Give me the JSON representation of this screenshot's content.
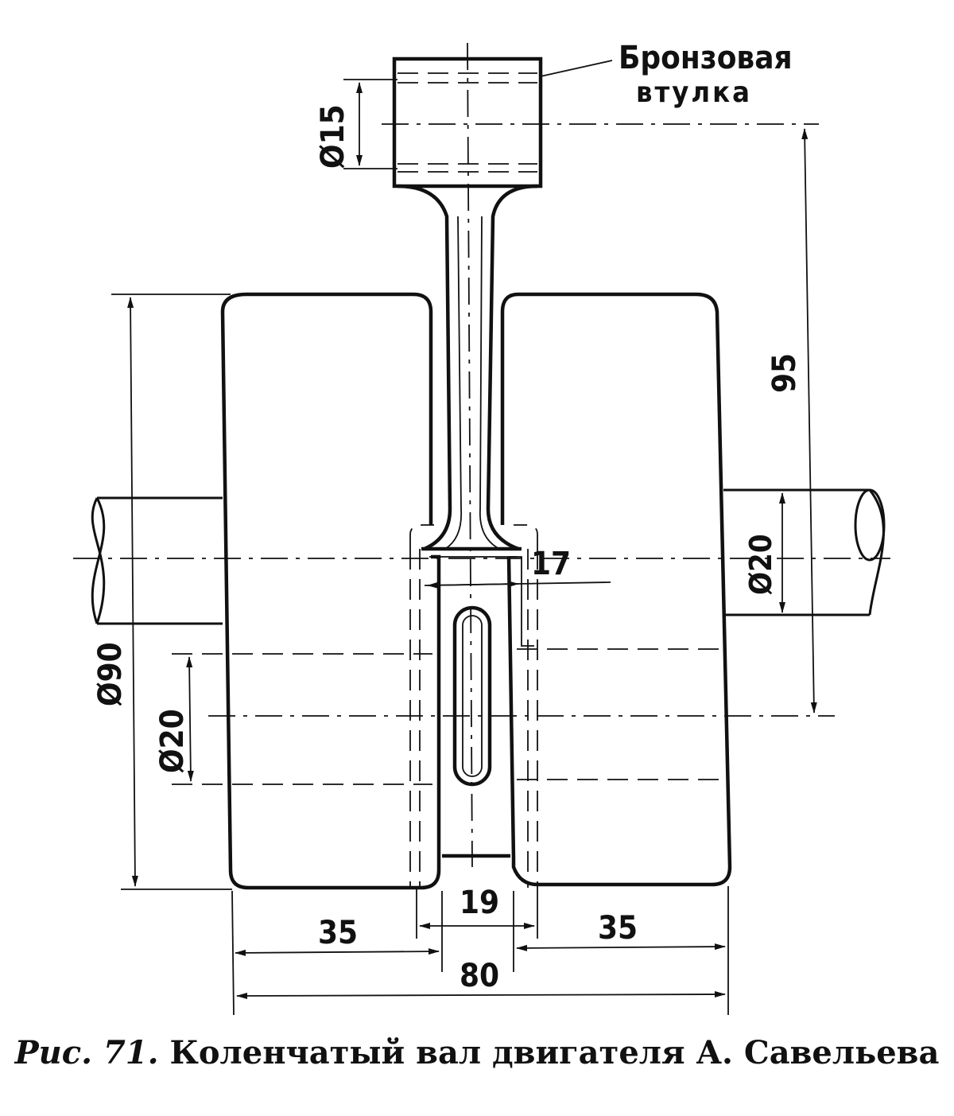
{
  "labels": {
    "bushing_line1": "Бронзовая",
    "bushing_line2": "втулка",
    "pin_diameter": "Ø15",
    "stroke_length": "95",
    "shaft_diameter_right": "Ø20",
    "shaft_diameter_left": "Ø20",
    "disc_diameter": "Ø90",
    "rod_width": "17",
    "web_gap": "19",
    "disc_width_left": "35",
    "disc_width_right": "35",
    "overall_width": "80"
  },
  "caption": {
    "prefix": "Рис. 71.",
    "text": "Коленчатый вал двигателя А. Савельева"
  }
}
